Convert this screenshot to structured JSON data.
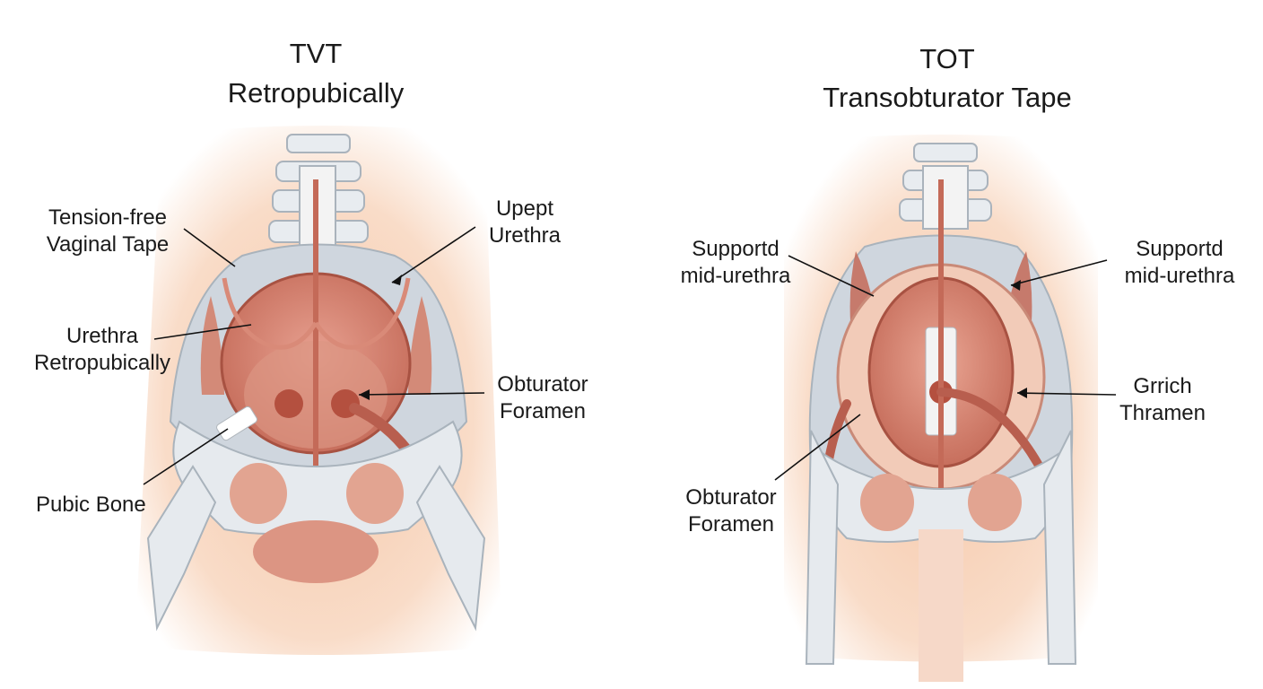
{
  "left_panel": {
    "title_line1": "TVT",
    "title_line2": "Retropubically",
    "labels": {
      "tension_free_1": "Tension-free",
      "tension_free_2": "Vaginal Tape",
      "upept_1": "Upept",
      "upept_2": "Urethra",
      "urethra_1": "Urethra",
      "urethra_2": "Retropubically",
      "obturator_1": "Obturator",
      "obturator_2": "Foramen",
      "pubic_bone": "Pubic Bone"
    }
  },
  "right_panel": {
    "title_line1": "TOT",
    "title_line2": "Transobturator Tape",
    "labels": {
      "supported_left_1": "Supportd",
      "supported_left_2": "mid-urethra",
      "supported_right_1": "Supportd",
      "supported_right_2": "mid-urethra",
      "grrich_1": "Grrich",
      "grrich_2": "Thramen",
      "obturator_1": "Obturator",
      "obturator_2": "Foramen"
    }
  },
  "colors": {
    "skin": "#f9d9c4",
    "bone": "#e6eaee",
    "bone_shade": "#c9d0d8",
    "bladder": "#d98a78",
    "bladder_dark": "#b85e4e",
    "muscle": "#c8705e"
  }
}
